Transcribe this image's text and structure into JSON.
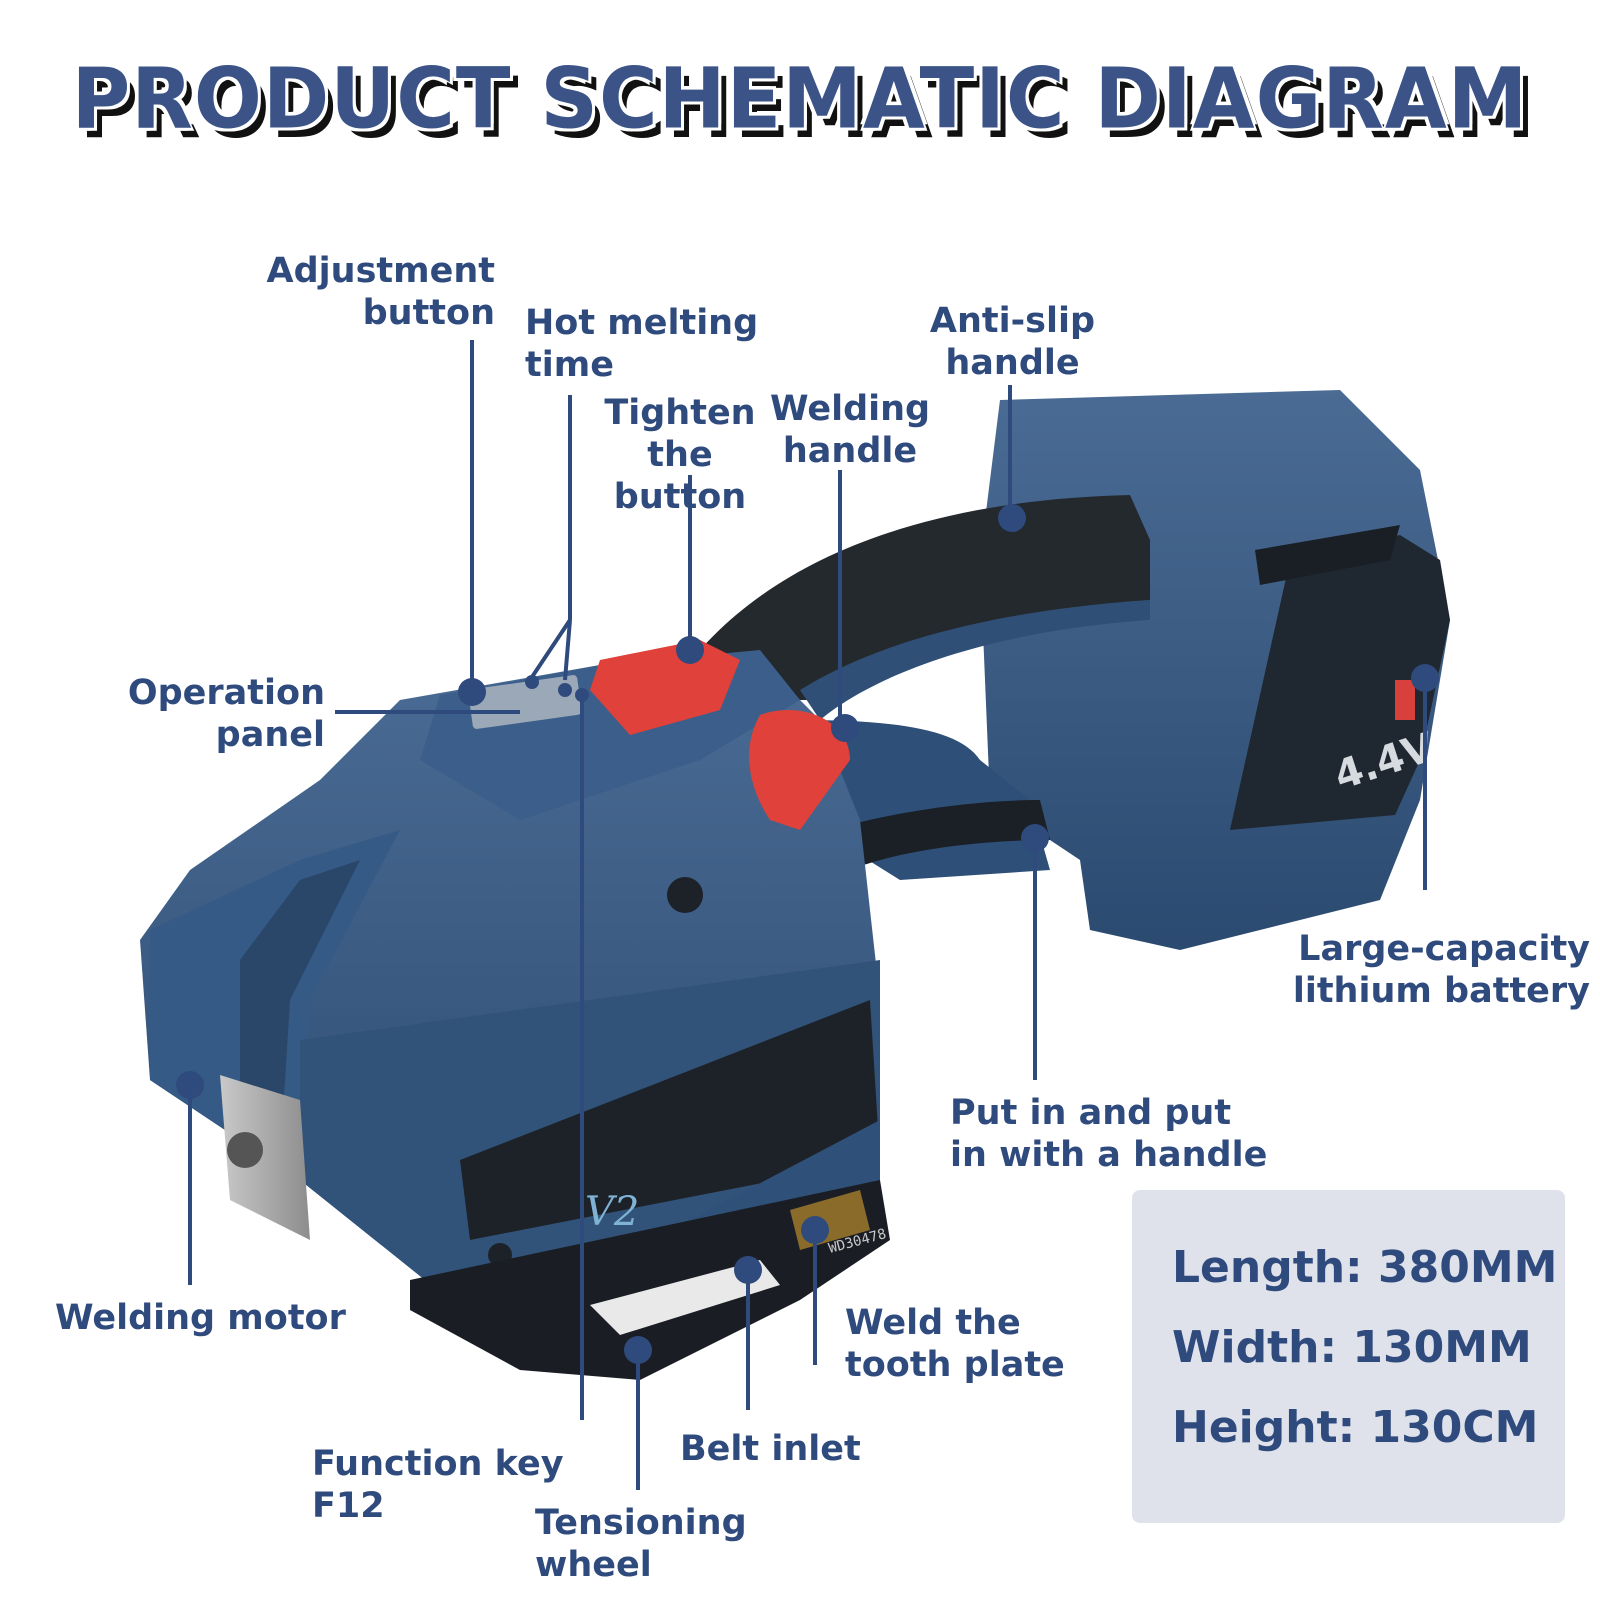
{
  "title": "PRODUCT SCHEMATIC DIAGRAM",
  "callouts": {
    "adjustment_button": "Adjustment\nbutton",
    "hot_melting_time": "Hot melting\ntime",
    "tighten_button": "Tighten\nthe button",
    "welding_handle": "Welding\nhandle",
    "anti_slip_handle": "Anti-slip\nhandle",
    "operation_panel": "Operation\npanel",
    "battery": "Large-capacity\nlithium battery",
    "put_in_handle": "Put in and put\nin with a handle",
    "welding_motor": "Welding motor",
    "weld_tooth_plate": "Weld the\ntooth plate",
    "function_key": "Function key F12",
    "belt_inlet": "Belt inlet",
    "tensioning_wheel": "Tensioning wheel"
  },
  "product_markings": {
    "model": "V2",
    "voltage": "4.4V",
    "serial": "WD30478"
  },
  "specs": {
    "length": "Length: 380MM",
    "width": "Width: 130MM",
    "height": "Height: 130CM"
  },
  "colors": {
    "accent": "#2f4a7d",
    "body": "#34567f",
    "button_red": "#e0413a"
  }
}
